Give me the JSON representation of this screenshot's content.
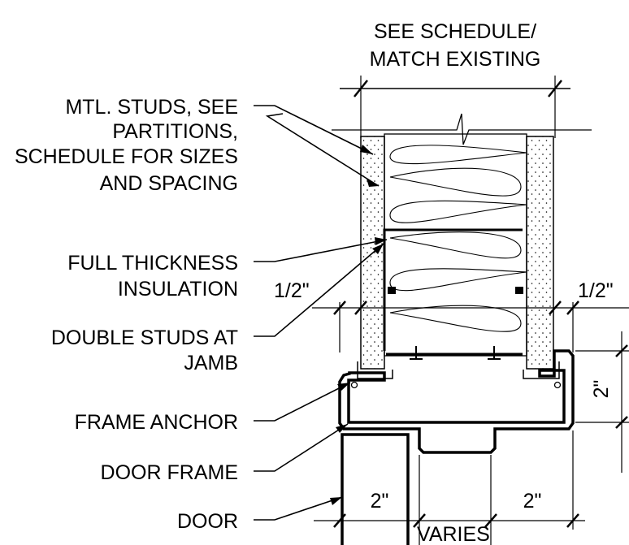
{
  "labels": {
    "top_line1": "SEE SCHEDULE/",
    "top_line2": "MATCH EXISTING",
    "studs_line1": "MTL. STUDS, SEE",
    "studs_line2": "PARTITIONS,",
    "studs_line3": "SCHEDULE FOR SIZES",
    "studs_line4": "AND SPACING",
    "insul_line1": "FULL THICKNESS",
    "insul_line2": "INSULATION",
    "dbl_line1": "DOUBLE STUDS AT",
    "dbl_line2": "JAMB",
    "anchor": "FRAME ANCHOR",
    "frame": "DOOR FRAME",
    "door": "DOOR"
  },
  "dimensions": {
    "half_left": "1/2\"",
    "half_right": "1/2\"",
    "two_right": "2\"",
    "two_bottom_left": "2\"",
    "two_bottom_right": "2\"",
    "varies": "VARIES"
  }
}
